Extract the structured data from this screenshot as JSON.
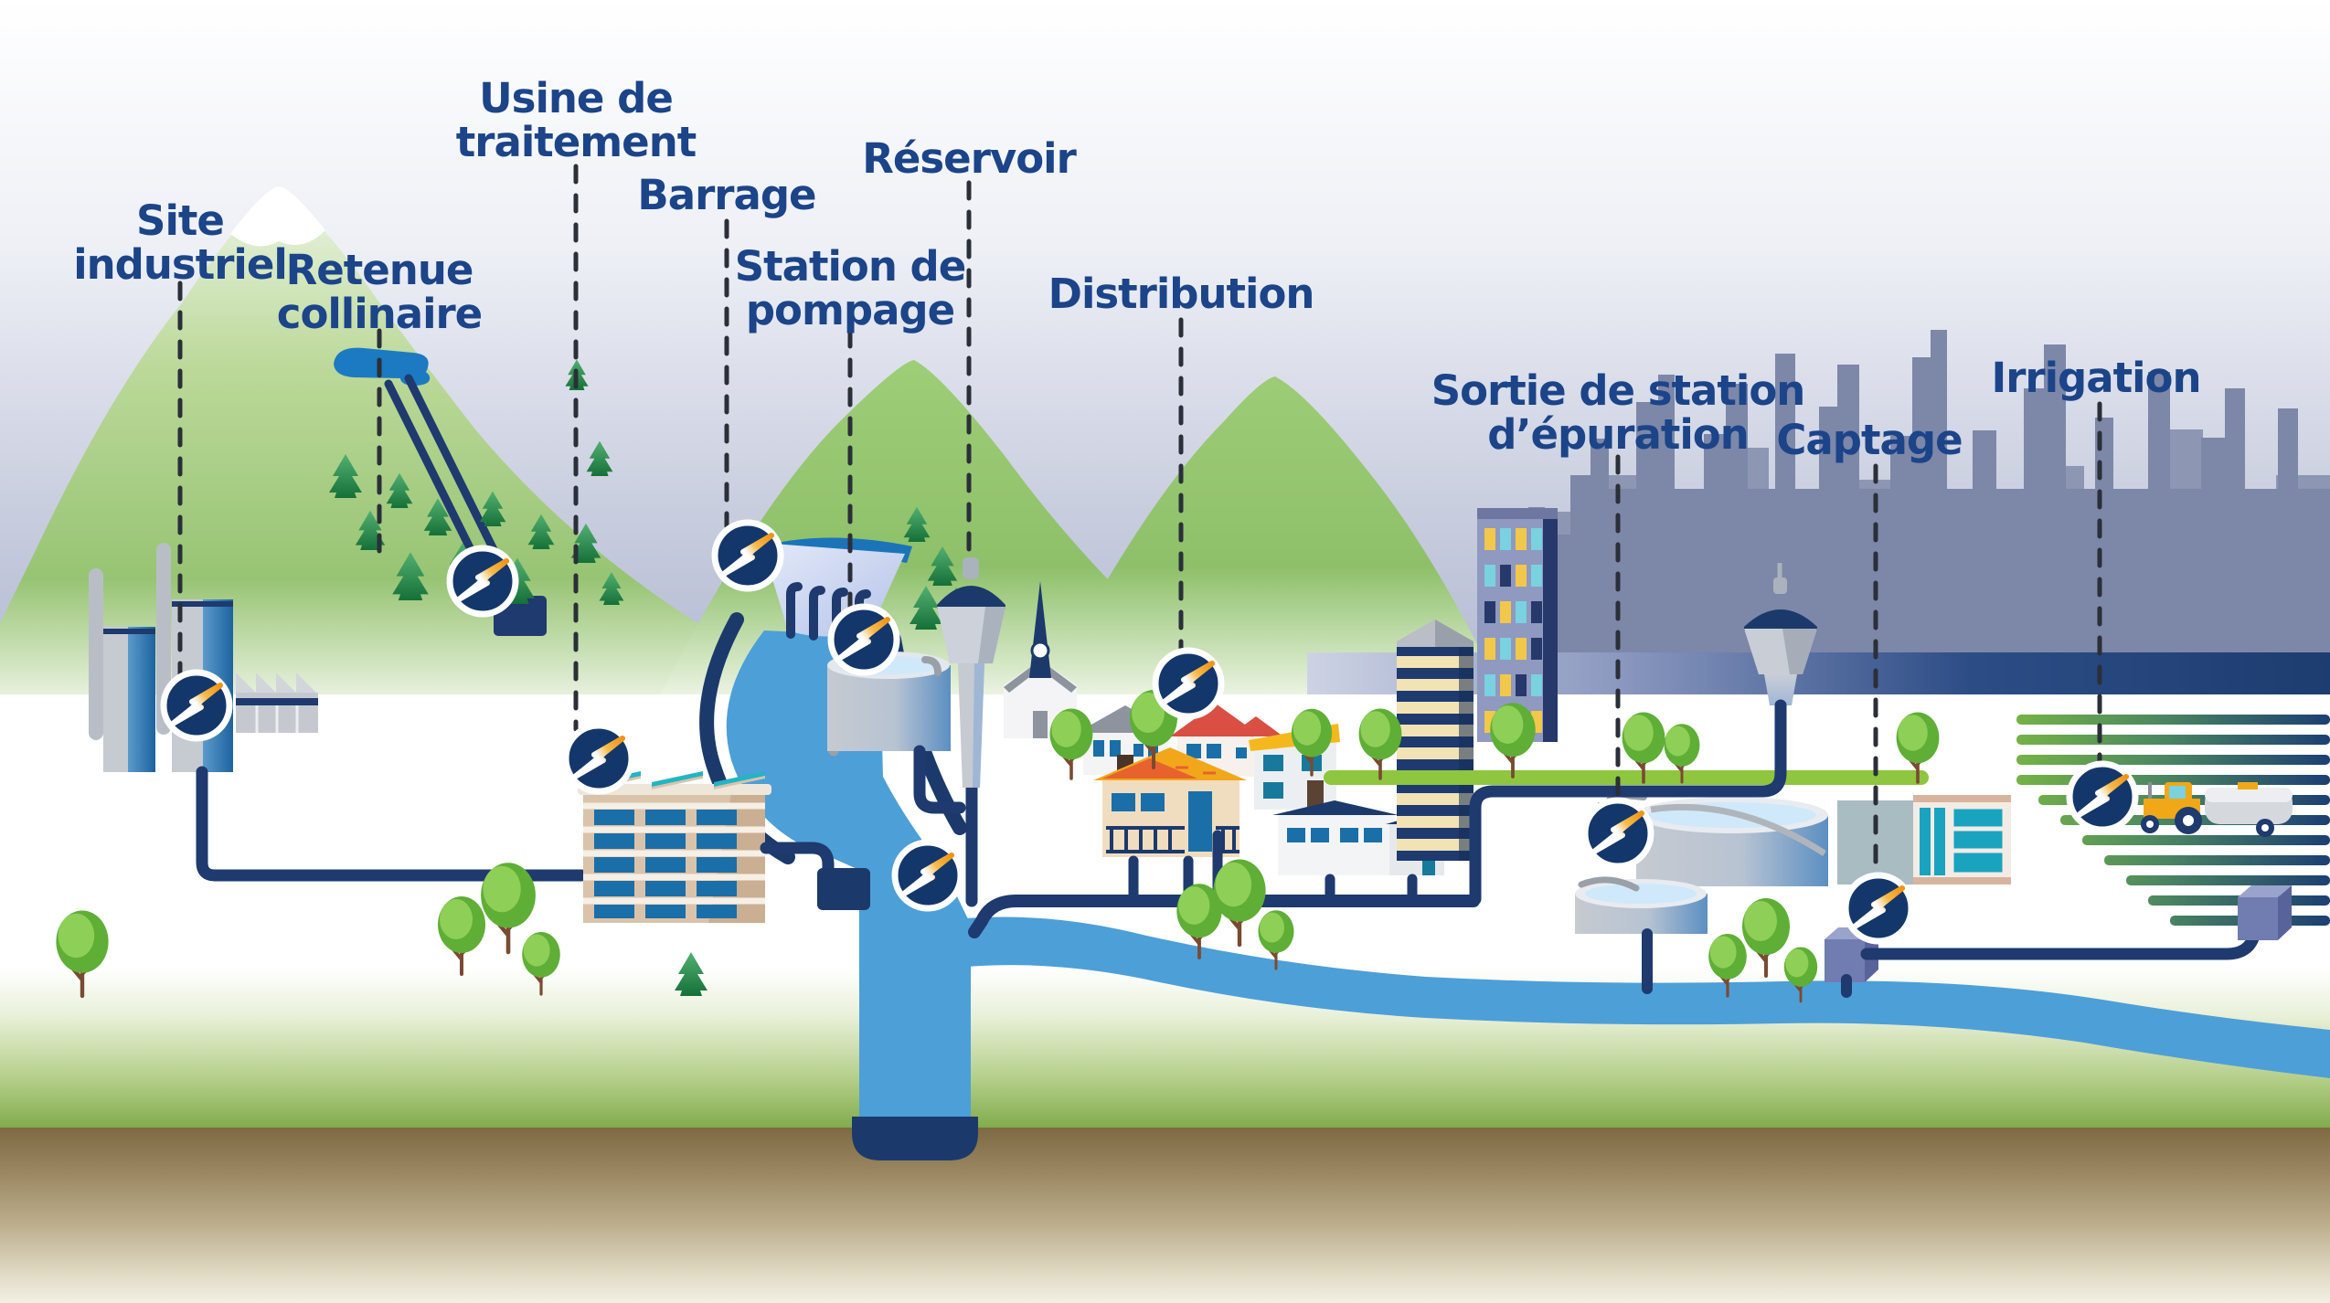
{
  "figure": {
    "type": "illustrated infographic",
    "language": "fr",
    "topic": "Cycle de l'eau : points de mesure et surveillance du réseau d'eau"
  },
  "labels": [
    {
      "id": "site-industriel",
      "line1": "Site",
      "line2": "industriel"
    },
    {
      "id": "retenue-collinaire",
      "line1": "Retenue",
      "line2": "collinaire"
    },
    {
      "id": "usine-de-traitement",
      "line1": "Usine de",
      "line2": "traitement"
    },
    {
      "id": "barrage",
      "line1": "Barrage",
      "line2": ""
    },
    {
      "id": "station-de-pompage",
      "line1": "Station de",
      "line2": "pompage"
    },
    {
      "id": "reservoir",
      "line1": "Réservoir",
      "line2": ""
    },
    {
      "id": "distribution",
      "line1": "Distribution",
      "line2": ""
    },
    {
      "id": "sortie-station-epuration",
      "line1": "Sortie de station",
      "line2": "d’épuration"
    },
    {
      "id": "captage",
      "line1": "Captage",
      "line2": ""
    },
    {
      "id": "irrigation",
      "line1": "Irrigation",
      "line2": ""
    }
  ],
  "icons": {
    "sensor": "circle-lightning-bolt-sensor",
    "sensor_count": 10,
    "other": [
      "conifer-tree",
      "deciduous-tree",
      "tractor-with-water-tank",
      "church",
      "water-tower",
      "dam",
      "clarifier-tank",
      "pump-cube"
    ]
  },
  "colors": {
    "label_text": "#1b4489",
    "leader_line": "#2b2f38",
    "sensor_circle": "#14376b",
    "sensor_bolt_orange": "#ef9416",
    "river_water": "#4d9fd8",
    "pipe_navy": "#1e3a6e",
    "dam_wall": "#c9d3ee",
    "dam_water": "#1b74b8",
    "mountain_green": "#9fc878",
    "conifer_green": "#1f8044",
    "grass_green": "#80aa4b",
    "soil_brown": "#7d6a42",
    "sky_lavender": "#b2b9d1",
    "skyline_gray": "#7d87a8",
    "field_stripe_green": "#76b445",
    "field_stripe_navy": "#1c3f72",
    "building_cream": "#f2e3b4",
    "roof_orange": "#f2a71b",
    "roof_red": "#d94f43",
    "roof_yellow": "#f5b81c",
    "solar_teal": "#22b5c4"
  }
}
